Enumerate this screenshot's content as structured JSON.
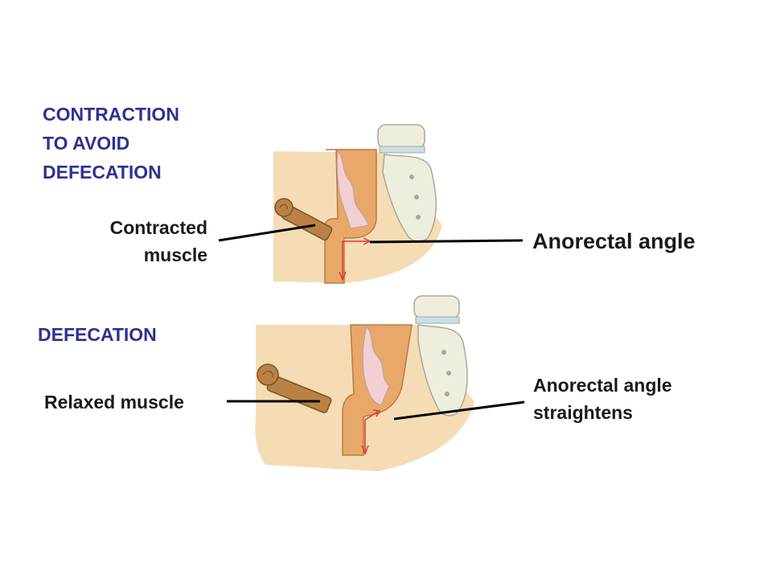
{
  "top_panel": {
    "heading_lines": [
      "CONTRACTION",
      "TO AVOID",
      "DEFECATION"
    ],
    "muscle_label_lines": [
      "Contracted",
      "muscle"
    ],
    "angle_label": "Anorectal angle"
  },
  "bottom_panel": {
    "heading": "DEFECATION",
    "muscle_label": "Relaxed muscle",
    "angle_label_lines": [
      "Anorectal angle",
      "straightens"
    ]
  },
  "colors": {
    "heading": "#2e3192",
    "skin": "#f5dcb5",
    "muscle_wall": "#e8a86a",
    "mucosa": "#f2cfd3",
    "bone": "#efeedd",
    "sling": "#b98244",
    "arrow": "#e03a2a"
  }
}
